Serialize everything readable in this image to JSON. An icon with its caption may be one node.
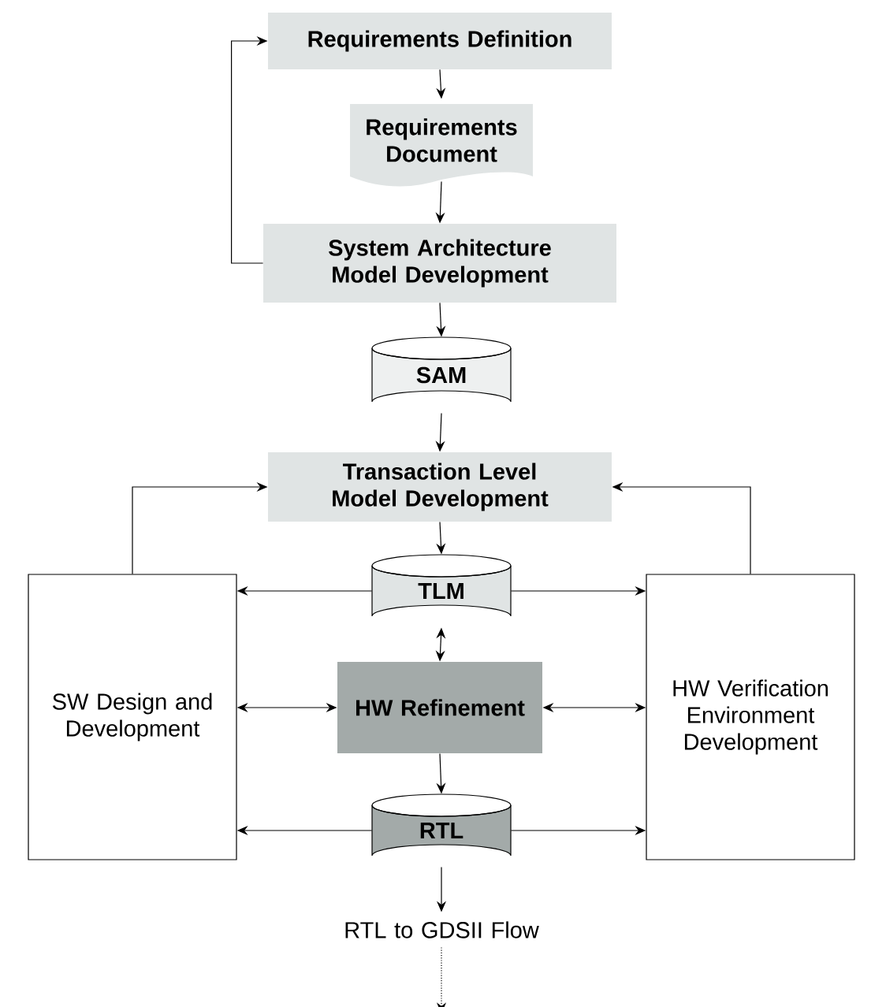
{
  "diagram": {
    "nodes": [
      {
        "text": [
          "Requirements Definition"
        ]
      },
      {
        "text": [
          "Requirements Document"
        ]
      },
      {
        "text": [
          "System Architecture Model Development"
        ]
      },
      {
        "text": [
          "SAM"
        ]
      },
      {
        "text": [
          "Transaction Level Model Development"
        ]
      },
      {
        "text": [
          "TLM"
        ]
      },
      {
        "text": [
          "SW Design and Development"
        ]
      },
      {
        "text": [
          "HW Refinement"
        ]
      },
      {
        "text": [
          "HW Verification Environment Development"
        ]
      },
      {
        "text": [
          "RTL"
        ]
      },
      {
        "text": [
          "RTL to GDSII Flow"
        ]
      }
    ],
    "edges": [
      {
        "from": 0,
        "to": 1,
        "arrow": "to"
      },
      {
        "from": 1,
        "to": 2,
        "arrow": "to"
      },
      {
        "from": 2,
        "to": 0,
        "arrow": "to"
      },
      {
        "from": 2,
        "to": 3,
        "arrow": "to"
      },
      {
        "from": 3,
        "to": 4,
        "arrow": "to"
      },
      {
        "from": 4,
        "to": 5,
        "arrow": "to"
      },
      {
        "from": 6,
        "to": 4,
        "arrow": "to"
      },
      {
        "from": 8,
        "to": 4,
        "arrow": "to"
      },
      {
        "from": 5,
        "to": 6,
        "arrow": "to"
      },
      {
        "from": 5,
        "to": 8,
        "arrow": "to"
      },
      {
        "from": 5,
        "to": 7,
        "arrow": "both"
      },
      {
        "from": 6,
        "to": 7,
        "arrow": "both"
      },
      {
        "from": 7,
        "to": 8,
        "arrow": "both"
      },
      {
        "from": 7,
        "to": 9,
        "arrow": "to"
      },
      {
        "from": 9,
        "to": 6,
        "arrow": "to"
      },
      {
        "from": 9,
        "to": 8,
        "arrow": "to"
      },
      {
        "from": 9,
        "to": 10,
        "arrow": "to"
      },
      {
        "from": 10,
        "to": null,
        "arrow": "to",
        "style": "dashed"
      }
    ]
  }
}
